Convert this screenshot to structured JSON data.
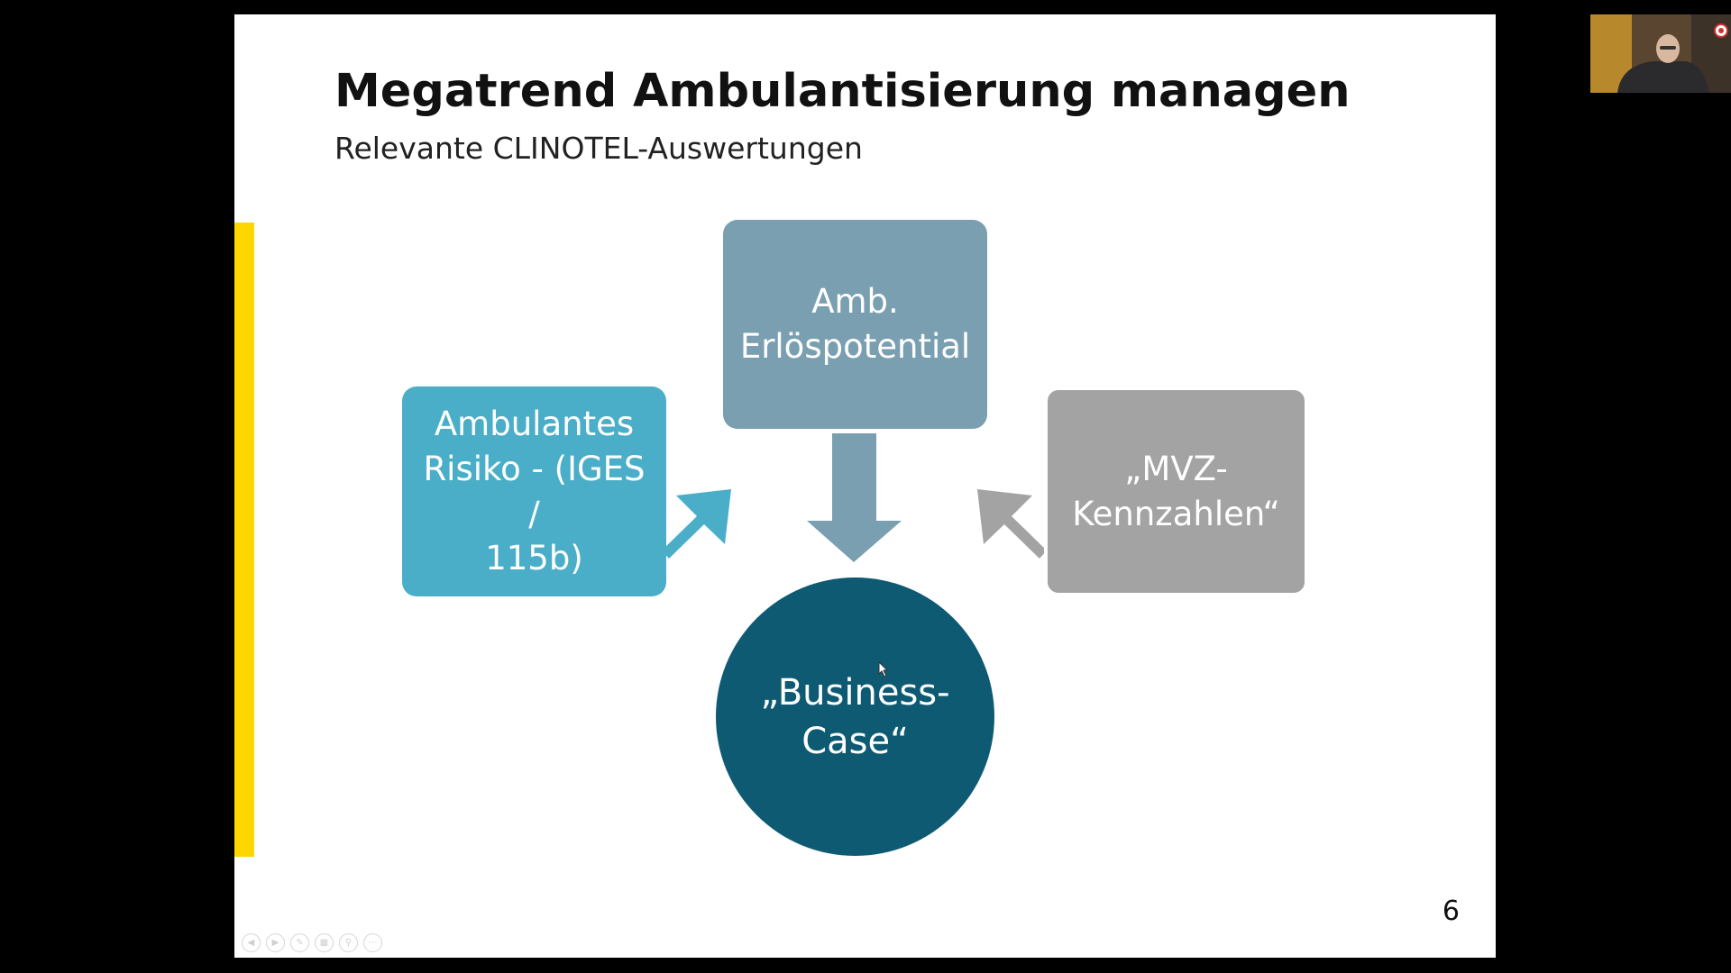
{
  "slide": {
    "title": "Megatrend Ambulantisierung managen",
    "subtitle": "Relevante CLINOTEL-Auswertungen",
    "page_number": "6"
  },
  "diagram": {
    "nodes": {
      "amb_erloespotential": {
        "lines": [
          "Amb.",
          "Erlöspotential"
        ]
      },
      "ambulantes_risiko": {
        "lines": [
          "Ambulantes",
          "Risiko - (IGES /",
          "115b)"
        ]
      },
      "mvz_kennzahlen": {
        "lines": [
          "„MVZ-",
          "Kennzahlen“"
        ]
      },
      "business_case": {
        "lines": [
          "„Business-",
          "Case“"
        ]
      }
    }
  },
  "colors": {
    "accent_yellow": "#FFD600",
    "node_top": "#7A9FB1",
    "node_left": "#4BAEC8",
    "node_right": "#A3A3A3",
    "node_center": "#0E5A73",
    "arrow_top": "#7A9FB1",
    "arrow_left": "#4BAEC8",
    "arrow_right": "#A3A3A3"
  },
  "slideshow_toolbar": {
    "icons": [
      "previous-icon",
      "next-icon",
      "pen-icon",
      "slides-grid-icon",
      "zoom-icon",
      "more-icon"
    ]
  },
  "video_tile": {
    "icon": "presenter-camera-icon"
  }
}
